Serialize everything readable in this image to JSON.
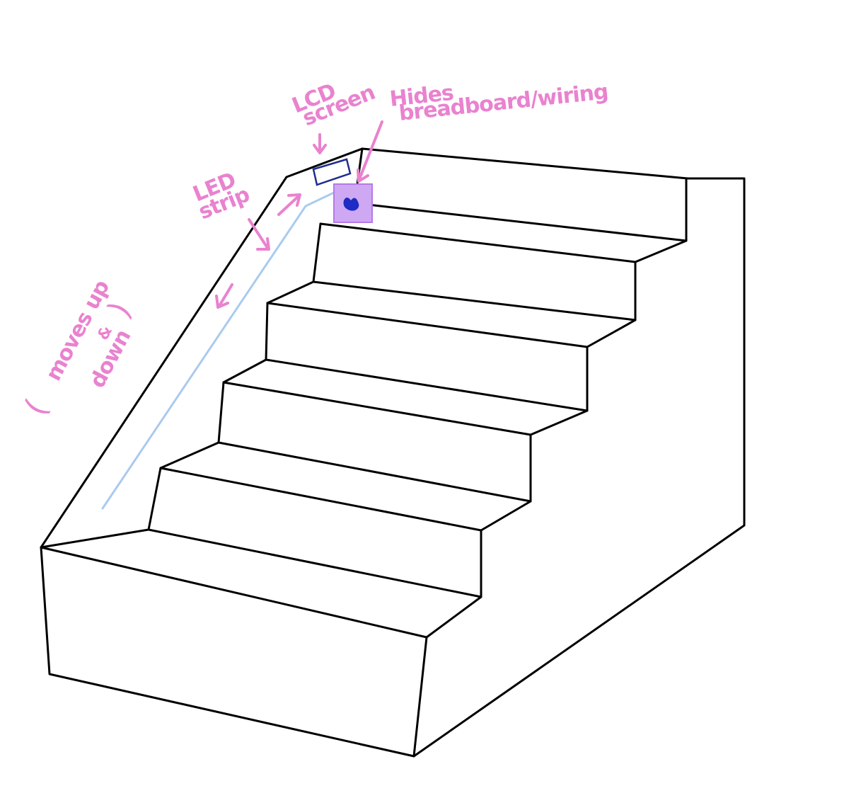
{
  "colors": {
    "annotation": "#e982cf",
    "stairs": "#000000",
    "led_strip": "#a9cbee",
    "lcd_screen": "#1f2d8f",
    "box_fill": "#cfa8f4",
    "box_stroke": "#b57ae8",
    "box_mark": "#1c2cc4"
  },
  "annotations": {
    "lcd_screen_line1": "LCD",
    "lcd_screen_line2": "screen",
    "hides_line1": "Hides",
    "hides_line2": "breadboard/wiring",
    "led_strip_line1": "LED",
    "led_strip_line2": "strip",
    "moves_line1": "moves up",
    "moves_line2": "&",
    "moves_line3": "down",
    "paren_open": "(",
    "paren_close": ")"
  }
}
